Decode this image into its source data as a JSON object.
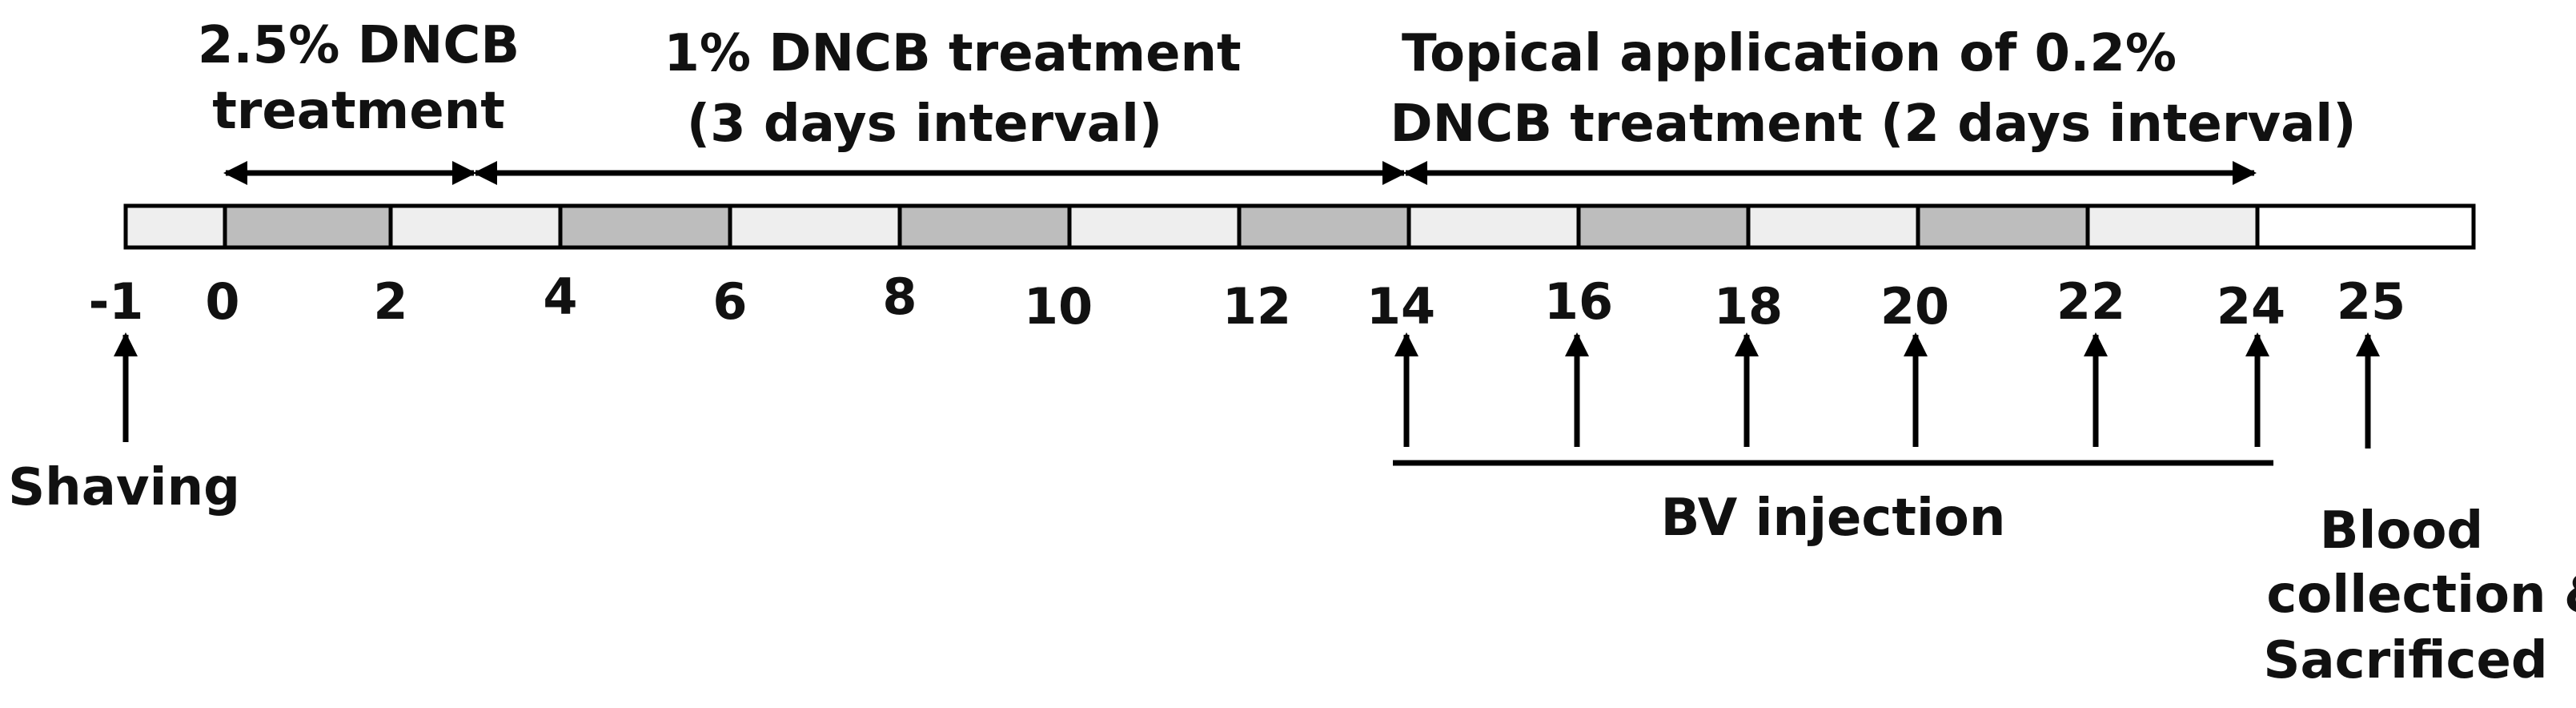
{
  "phases": {
    "phase1": {
      "line1": "2.5% DNCB",
      "line2": "treatment"
    },
    "phase2": {
      "line1": "1% DNCB treatment",
      "line2": "(3 days interval)"
    },
    "phase3": {
      "line1": "Topical application of 0.2%",
      "line2": "DNCB treatment (2 days interval)"
    }
  },
  "days": [
    "-1",
    "0",
    "2",
    "4",
    "6",
    "8",
    "10",
    "12",
    "14",
    "16",
    "18",
    "20",
    "22",
    "24",
    "25"
  ],
  "events": {
    "shaving": "Shaving",
    "bv_injection": "BV injection",
    "final": {
      "line1": "Blood",
      "line2": "collection &",
      "line3": "Sacrificed"
    }
  },
  "colors": {
    "shaded": "#bdbdbd",
    "light": "#eeeeee",
    "white": "#ffffff",
    "ink": "#000000"
  }
}
